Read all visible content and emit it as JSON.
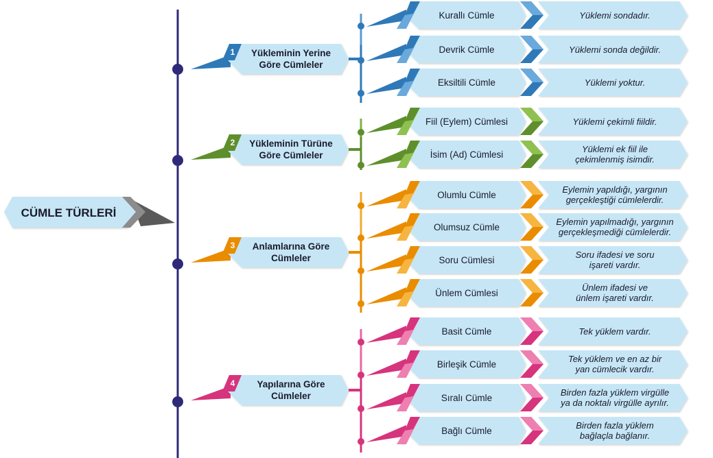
{
  "title": "CÜMLE TÜRLERİ",
  "colors": {
    "spine": "#2e2a78",
    "box": "#c6e6f6",
    "title_chevron": "#8c8c8c"
  },
  "groups": [
    {
      "number": "1",
      "label_lines": [
        "Yükleminin Yerine",
        "Göre Cümleler"
      ],
      "color": "#2f79b8",
      "light": "#6aa9dc",
      "items": [
        {
          "type": "Kurallı Cümle",
          "desc": [
            "Yüklemi sondadır."
          ]
        },
        {
          "type": "Devrik Cümle",
          "desc": [
            "Yüklemi sonda değildir."
          ]
        },
        {
          "type": "Eksiltili Cümle",
          "desc": [
            "Yüklemi yoktur."
          ]
        }
      ]
    },
    {
      "number": "2",
      "label_lines": [
        "Yükleminin Türüne",
        "Göre Cümleler"
      ],
      "color": "#5e8f2c",
      "light": "#8fc150",
      "items": [
        {
          "type": "Fiil (Eylem) Cümlesi",
          "desc": [
            "Yüklemi çekimli fiildir."
          ]
        },
        {
          "type": "İsim (Ad) Cümlesi",
          "desc": [
            "Yüklemi ek fiil ile",
            "çekimlenmiş isimdir."
          ]
        }
      ]
    },
    {
      "number": "3",
      "label_lines": [
        "Anlamlarına Göre",
        "Cümleler"
      ],
      "color": "#ea8c00",
      "light": "#f6b541",
      "items": [
        {
          "type": "Olumlu Cümle",
          "desc": [
            "Eylemin yapıldığı, yargının",
            "gerçekleştiği cümlelerdir."
          ]
        },
        {
          "type": "Olumsuz Cümle",
          "desc": [
            "Eylemin yapılmadığı, yargının",
            "gerçekleşmediği cümlelerdir."
          ]
        },
        {
          "type": "Soru Cümlesi",
          "desc": [
            "Soru ifadesi ve soru",
            "işareti vardır."
          ]
        },
        {
          "type": "Ünlem Cümlesi",
          "desc": [
            "Ünlem ifadesi ve",
            "ünlem işareti vardır."
          ]
        }
      ]
    },
    {
      "number": "4",
      "label_lines": [
        "Yapılarına Göre",
        "Cümleler"
      ],
      "color": "#d6347c",
      "light": "#ee7fb1",
      "items": [
        {
          "type": "Basit Cümle",
          "desc": [
            "Tek yüklem vardır."
          ]
        },
        {
          "type": "Birleşik Cümle",
          "desc": [
            "Tek yüklem ve en az bir",
            "yan cümlecik vardır."
          ]
        },
        {
          "type": "Sıralı Cümle",
          "desc": [
            "Birden fazla yüklem virgülle",
            "ya da noktalı virgülle ayrılır."
          ]
        },
        {
          "type": "Bağlı Cümle",
          "desc": [
            "Birden fazla yüklem",
            "bağlaçla bağlanır."
          ]
        }
      ]
    }
  ]
}
